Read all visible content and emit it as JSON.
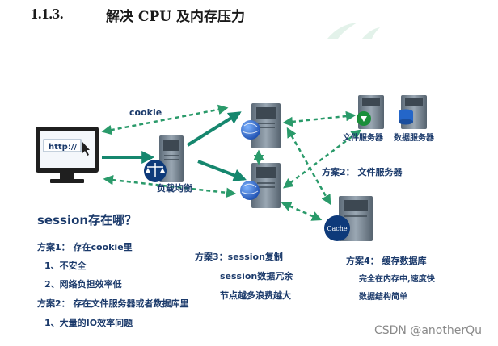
{
  "heading": {
    "number": "1.1.3.",
    "title": "解决 CPU 及内存压力"
  },
  "diagram": {
    "browser_url": "http://",
    "cookie_label": "cookie",
    "load_balancer_label": "负载均衡",
    "file_server_label": "文件服务器",
    "db_server_label": "数据服务器",
    "option2_file_server": "方案2： 文件服务器",
    "cache_label": "Cache",
    "question": "session存在哪？",
    "plan1_title": "方案1： 存在cookie里",
    "plan1_point1": "1、不安全",
    "plan1_point2": "2、网络负担效率低",
    "plan2_title": "方案2： 存在文件服务器或者数据库里",
    "plan2_point1": "1、大量的IO效率问题",
    "plan3_title": "方案3：session复制",
    "plan3_point1": "session数据冗余",
    "plan3_point2": "节点越多浪费越大",
    "plan4_title": "方案4： 缓存数据库",
    "plan4_point1": "完全在内存中,速度快",
    "plan4_point2": "数据结构简单"
  },
  "watermark": "CSDN @anotherQu",
  "colors": {
    "arrow_solid": "#16876e",
    "arrow_dashed": "#2a9a6a",
    "label_text": "#1b3a6b",
    "server_body": "#6f7f8f",
    "globe_blue": "#2466c9"
  }
}
